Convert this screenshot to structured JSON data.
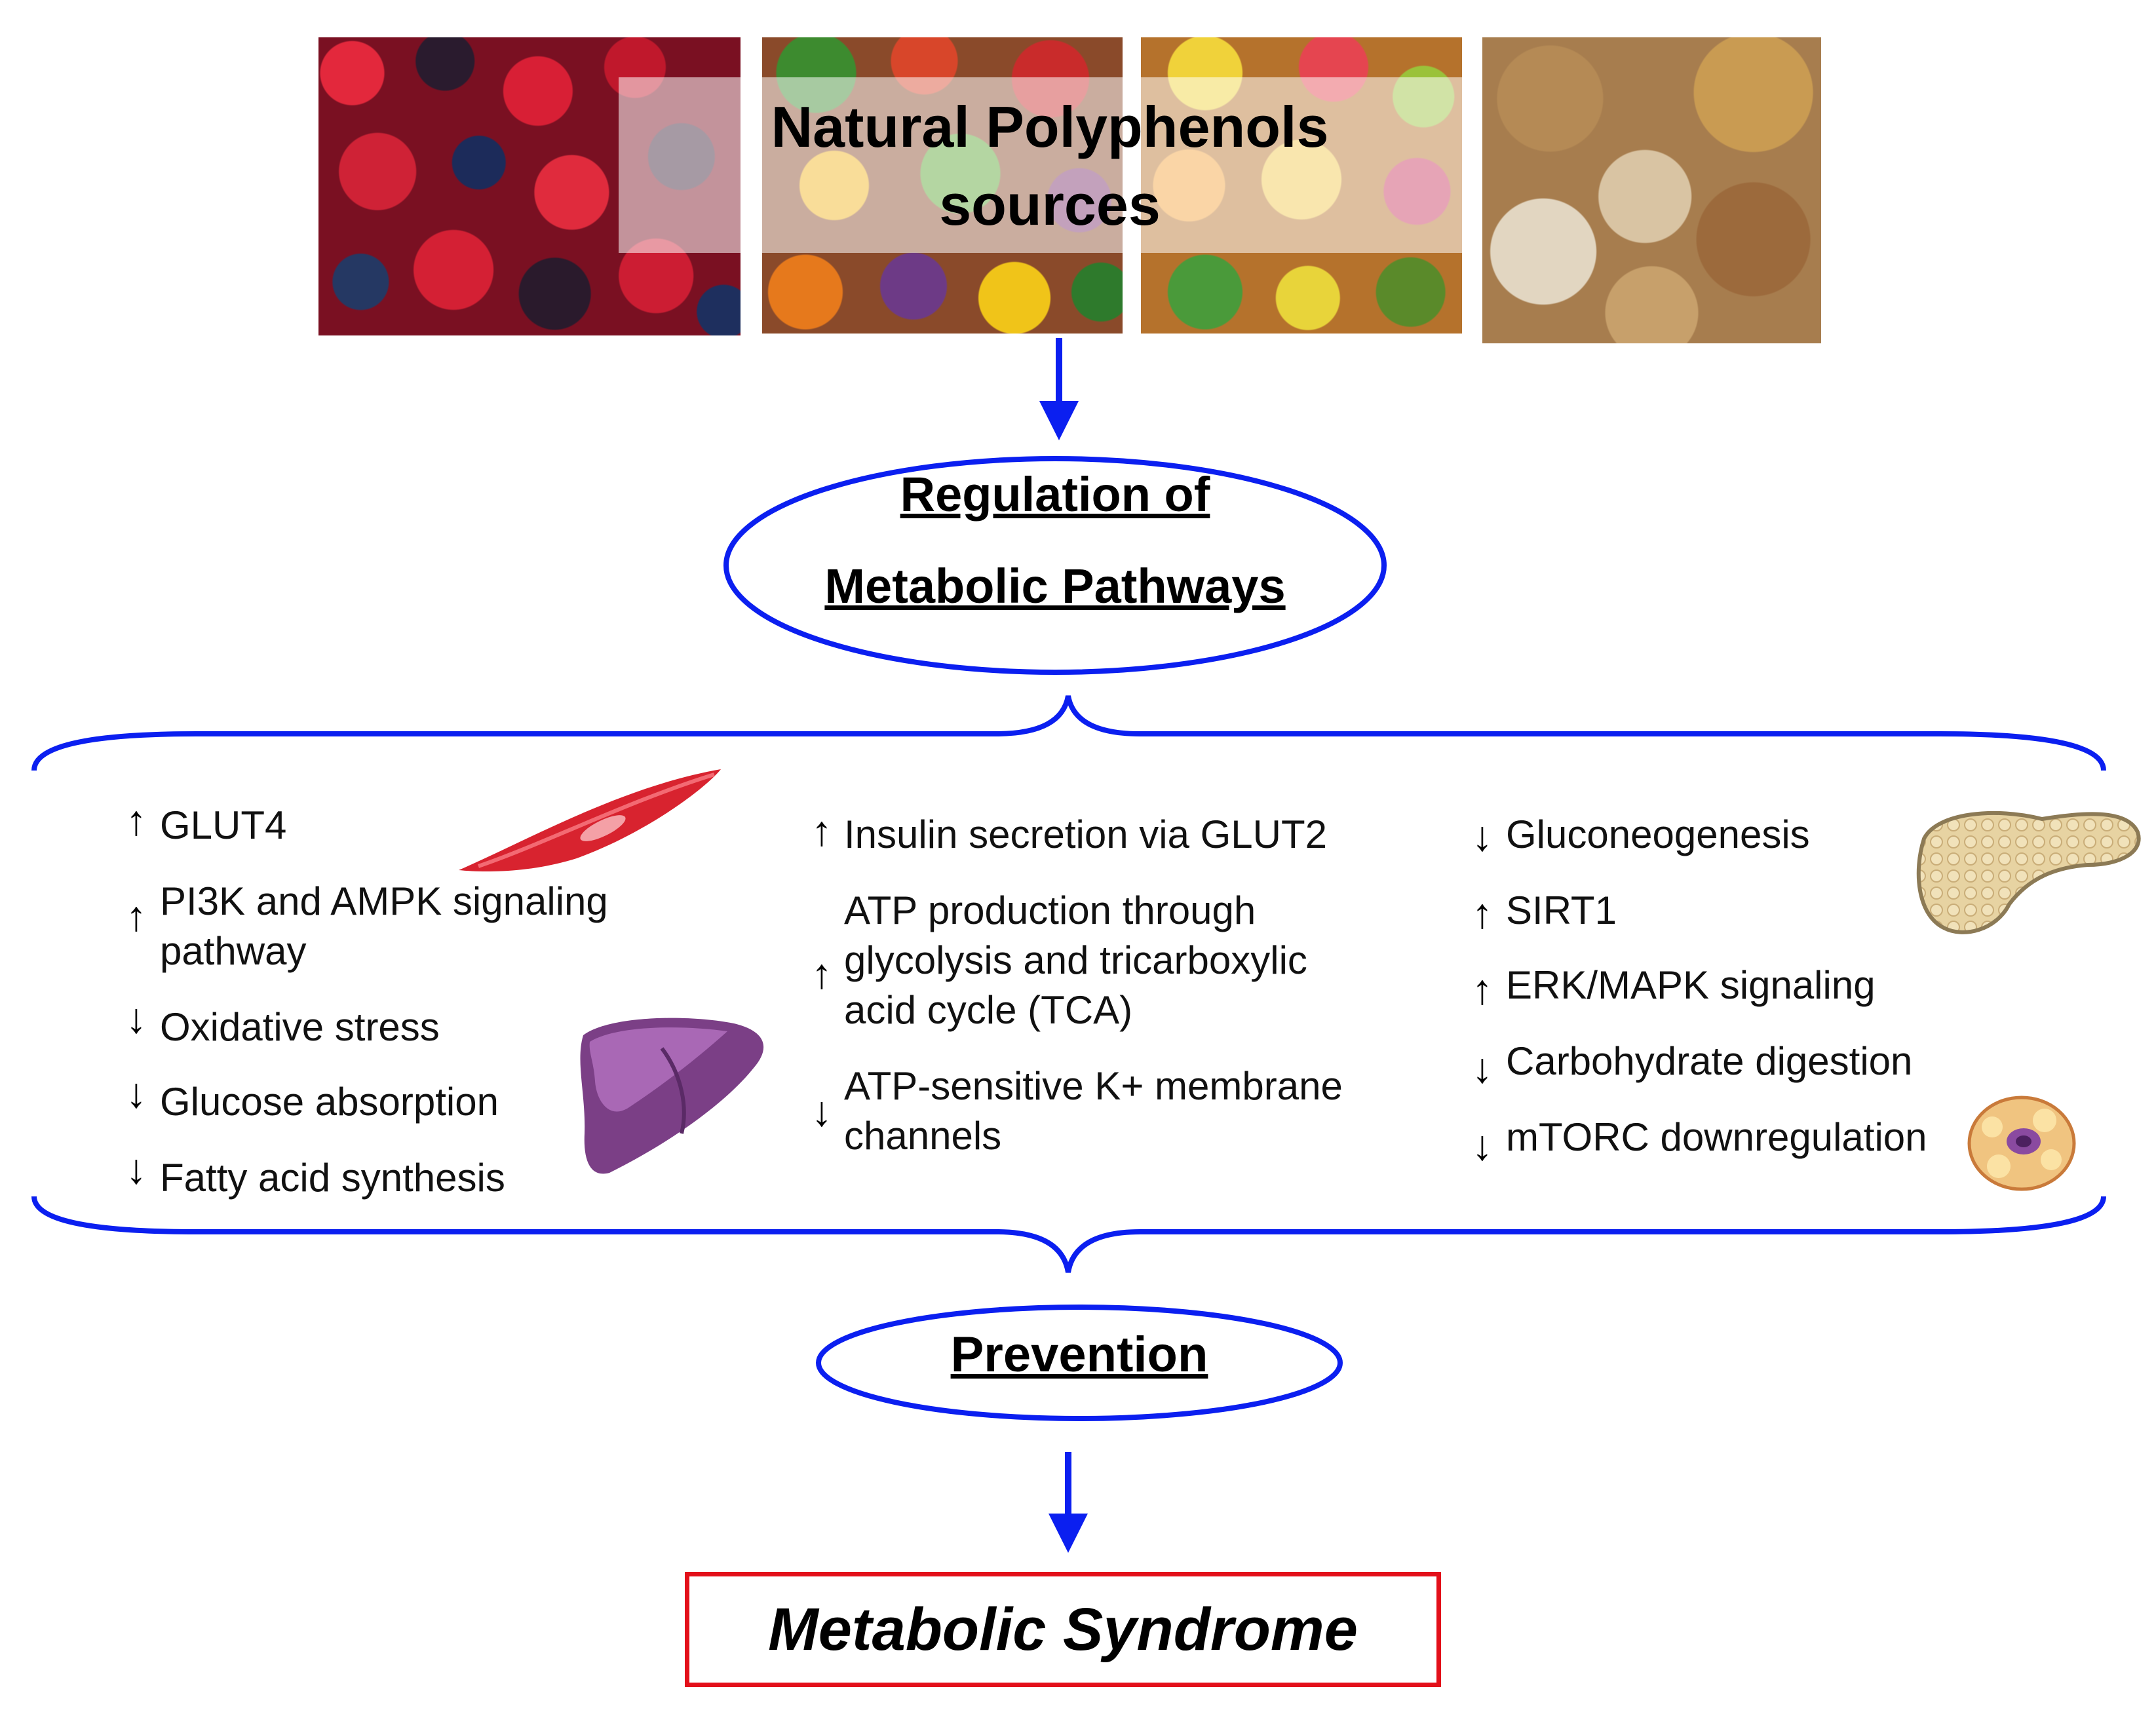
{
  "header": {
    "title_line1": "Natural Polyphenols",
    "title_line2": "sources",
    "tiles": [
      "berries",
      "vegetables",
      "fruits",
      "grains"
    ]
  },
  "regulation": {
    "line1": "Regulation of",
    "line2": "Metabolic Pathways"
  },
  "columns": {
    "left": [
      {
        "direction": "up",
        "lines": [
          "GLUT4"
        ]
      },
      {
        "direction": "up",
        "lines": [
          "PI3K and AMPK signaling",
          "pathway"
        ]
      },
      {
        "direction": "down",
        "lines": [
          "Oxidative stress"
        ]
      },
      {
        "direction": "down",
        "lines": [
          "Glucose absorption"
        ]
      },
      {
        "direction": "down",
        "lines": [
          "Fatty acid synthesis"
        ]
      }
    ],
    "middle": [
      {
        "direction": "up",
        "lines": [
          "Insulin secretion via GLUT2"
        ]
      },
      {
        "direction": "up",
        "lines": [
          "ATP production through",
          "glycolysis and tricarboxylic",
          "acid cycle (TCA)"
        ]
      },
      {
        "direction": "down",
        "lines": [
          "ATP-sensitive K+ membrane",
          "channels"
        ]
      }
    ],
    "right": [
      {
        "direction": "down",
        "lines": [
          "Gluconeogenesis"
        ]
      },
      {
        "direction": "up",
        "lines": [
          "SIRT1"
        ]
      },
      {
        "direction": "up",
        "lines": [
          "ERK/MAPK signaling"
        ]
      },
      {
        "direction": "down",
        "lines": [
          "Carbohydrate digestion"
        ]
      },
      {
        "direction": "down",
        "lines": [
          "mTORC downregulation"
        ]
      }
    ]
  },
  "illustrations": [
    "muscle-cell",
    "liver",
    "pancreas",
    "adipocyte"
  ],
  "prevention": {
    "label": "Prevention"
  },
  "outcome": {
    "label": "Metabolic Syndrome"
  },
  "colors": {
    "connector_blue": "#0b1ff0",
    "outcome_border": "#e3101a",
    "muscle_red": "#d8232f",
    "liver_purple": "#7b3f86"
  },
  "arrow_glyphs": {
    "up": "↑",
    "down": "↓"
  }
}
